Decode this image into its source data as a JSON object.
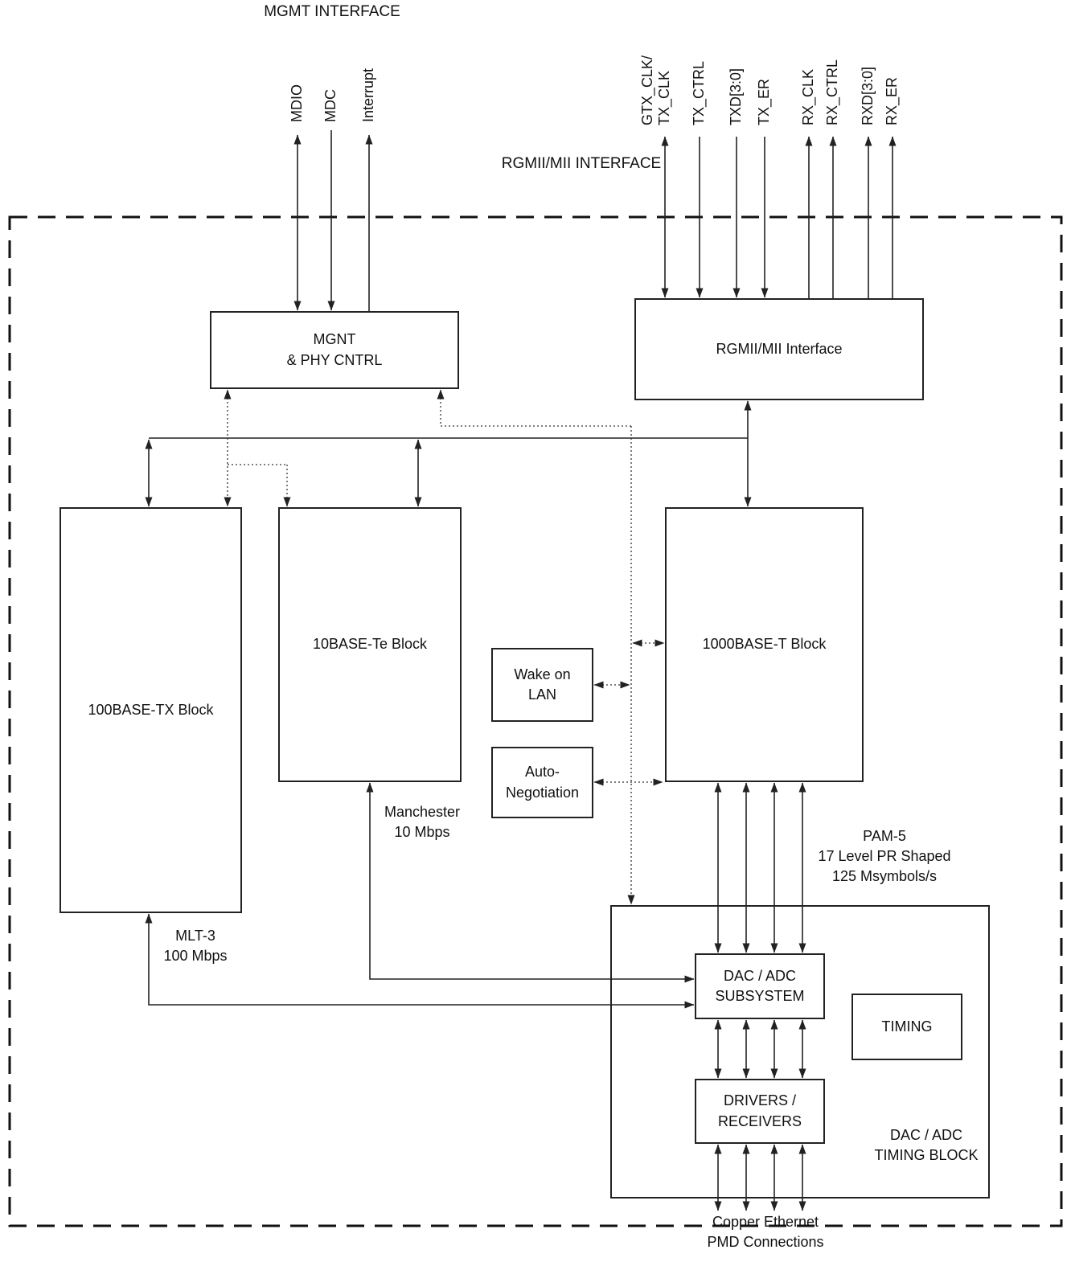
{
  "titles": {
    "mgmt_interface": "MGMT INTERFACE",
    "rgmii_interface": "RGMII/MII INTERFACE"
  },
  "signals": {
    "mdio": "MDIO",
    "mdc": "MDC",
    "interrupt": "Interrupt",
    "gtx_clk_line1": "GTX_CLK/",
    "gtx_clk_line2": "TX_CLK",
    "tx_ctrl": "TX_CTRL",
    "txd": "TXD[3:0]",
    "tx_er": "TX_ER",
    "rx_clk": "RX_CLK",
    "rx_ctrl": "RX_CTRL",
    "rxd": "RXD[3:0]",
    "rx_er": "RX_ER"
  },
  "blocks": {
    "mgnt": {
      "line1": "MGNT",
      "line2": "& PHY CNTRL"
    },
    "rgmii": {
      "label": "RGMII/MII Interface"
    },
    "base100tx": {
      "label": "100BASE-TX Block"
    },
    "base10te": {
      "label": "10BASE-Te Block"
    },
    "base1000t": {
      "label": "1000BASE-T Block"
    },
    "wake_on_lan": {
      "line1": "Wake on",
      "line2": "LAN"
    },
    "auto_negotiation": {
      "line1": "Auto-",
      "line2": "Negotiation"
    },
    "dac_adc_subsystem": {
      "line1": "DAC / ADC",
      "line2": "SUBSYSTEM"
    },
    "timing": {
      "label": "TIMING"
    },
    "drivers_receivers": {
      "line1": "DRIVERS /",
      "line2": "RECEIVERS"
    }
  },
  "annotations": {
    "manchester": {
      "line1": "Manchester",
      "line2": "10 Mbps"
    },
    "mlt3": {
      "line1": "MLT-3",
      "line2": "100 Mbps"
    },
    "pam5": {
      "line1": "PAM-5",
      "line2": "17 Level PR Shaped",
      "line3": "125 Msymbols/s"
    },
    "dac_adc_timing": {
      "line1": "DAC / ADC",
      "line2": "TIMING BLOCK"
    },
    "copper": {
      "line1": "Copper Ethernet",
      "line2": "PMD Connections"
    }
  },
  "colors": {
    "line": "#222222",
    "background": "#ffffff",
    "text": "#111111"
  }
}
